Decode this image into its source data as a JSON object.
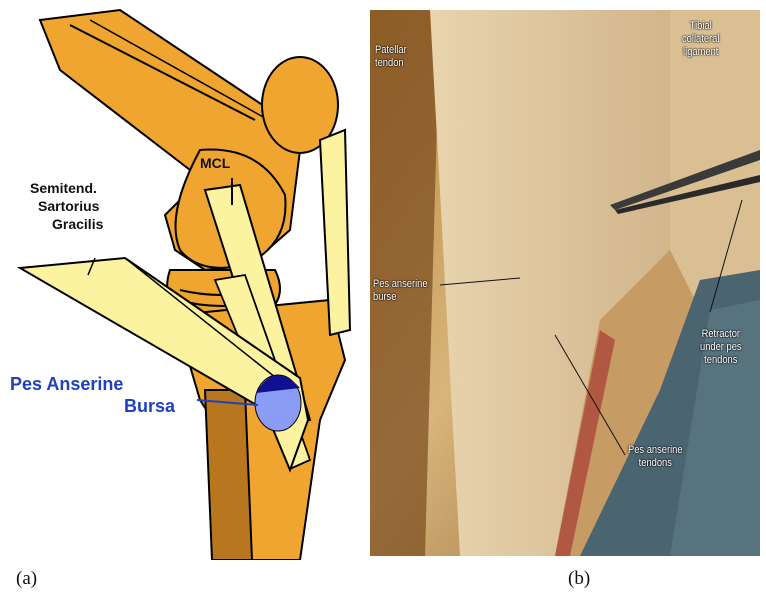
{
  "panel_a": {
    "labels": {
      "mcl": "MCL",
      "semitend": "Semitend.",
      "sartorius": "Sartorius",
      "gracilis": "Gracilis",
      "bursa_line1": "Pes Anserine",
      "bursa_line2": "Bursa"
    },
    "colors": {
      "bone": "#f0a530",
      "tendon": "#fbf3a0",
      "outline": "#000000",
      "bursa": "#8a9cf5",
      "bursa_top": "#101090",
      "label_blue": "#2040c0",
      "fibula": "#b8761e"
    },
    "caption": "(a)"
  },
  "panel_b": {
    "labels": {
      "patellar_tendon": "Patellar\ntendon",
      "tibial_collateral": "Tibial\ncollateral\nligament",
      "pes_anserine_bursa": "Pes anserine\nburse",
      "retractor": "Retractor\nunder pes\ntendons",
      "pes_anserine_tendons": "Pes anserine\ntendons"
    },
    "caption": "(b)"
  }
}
